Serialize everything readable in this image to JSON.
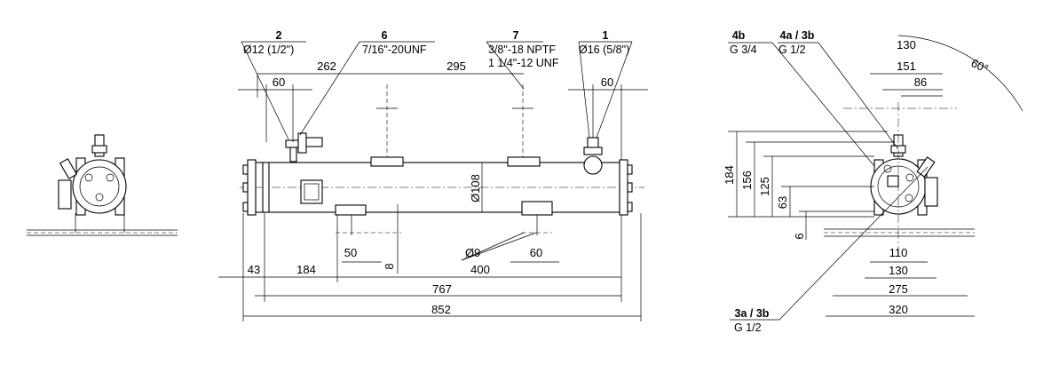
{
  "connections": {
    "c2": {
      "ref": "2",
      "spec": "Ø12 (1/2\")"
    },
    "c6": {
      "ref": "6",
      "spec": "7/16\"-20UNF"
    },
    "c7": {
      "ref": "7",
      "spec1": "3/8\"-18 NPTF",
      "spec2": "1 1/4\"-12 UNF"
    },
    "c1": {
      "ref": "1",
      "spec": "Ø16 (5/8\")"
    },
    "c4b": {
      "ref": "4b",
      "spec": "G 3/4"
    },
    "c4a": {
      "ref": "4a / 3b",
      "spec": "G 1/2"
    },
    "c3a": {
      "ref": "3a / 3b",
      "spec": "G 1/2"
    }
  },
  "side_view_dims": {
    "d262": "262",
    "d295": "295",
    "d60_left": "60",
    "d60_right": "60",
    "dia108": "Ø108",
    "d50": "50",
    "d8": "8",
    "dia9": "Ø9",
    "d60_bottom": "60",
    "d43": "43",
    "d184": "184",
    "d400": "400",
    "d767": "767",
    "d852": "852"
  },
  "end_view_dims": {
    "angle": "60°",
    "d151": "151",
    "d130_top": "130",
    "d86": "86",
    "d184": "184",
    "d156": "156",
    "d125": "125",
    "d63": "63",
    "d6": "6",
    "d110": "110",
    "d130": "130",
    "d275": "275",
    "d320": "320"
  }
}
